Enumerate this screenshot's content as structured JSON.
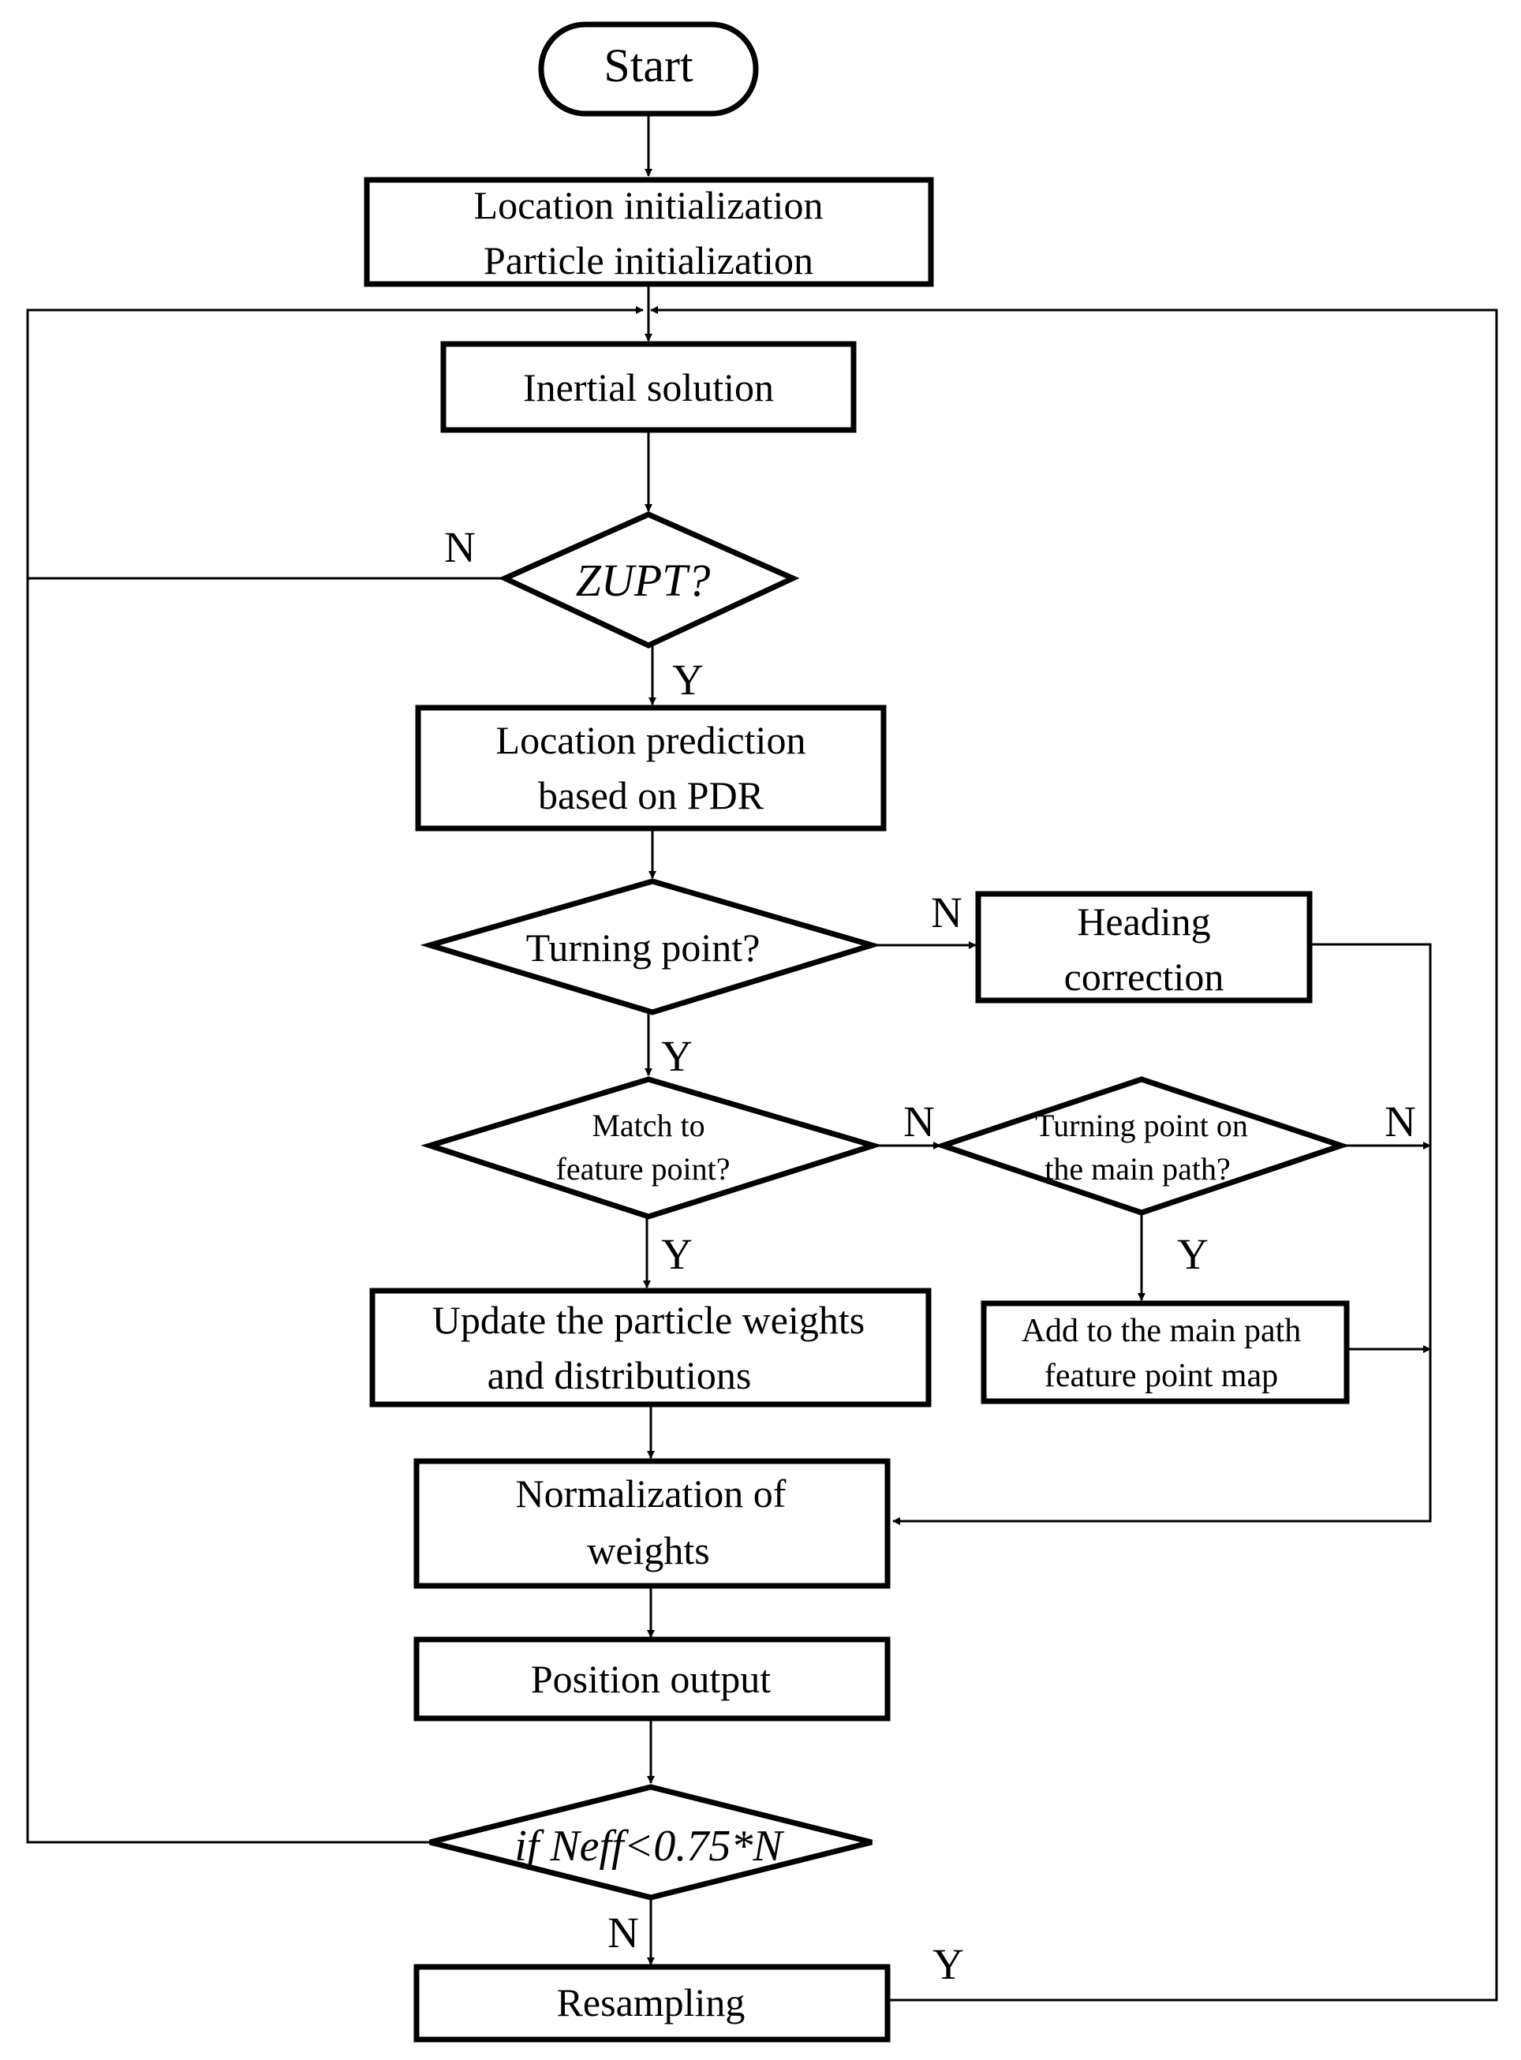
{
  "flowchart": {
    "start": "Start",
    "init_line1": "Location initialization",
    "init_line2": "Particle initialization",
    "inertial": "Inertial solution",
    "zupt": "ZUPT?",
    "pdr_line1": "Location prediction",
    "pdr_line2": "based on PDR",
    "turning": "Turning point?",
    "heading_line1": "Heading",
    "heading_line2": "correction",
    "match_line1": "Match to",
    "match_line2": "feature point?",
    "main_path_line1": "Turning point on",
    "main_path_line2": "the main path?",
    "update_line1": "Update the particle weights",
    "update_line2": "and distributions",
    "add_line1": "Add to the main path",
    "add_line2": "feature point map",
    "normalize_line1": "Normalization of",
    "normalize_line2": "weights",
    "output": "Position output",
    "neff": "if Neff<0.75*N",
    "resampling": "Resampling"
  },
  "edge_labels": {
    "zupt_no": "N",
    "zupt_yes": "Y",
    "turning_no": "N",
    "turning_yes": "Y",
    "match_no": "N",
    "match_yes": "Y",
    "main_path_no": "N",
    "main_path_yes": "Y",
    "neff_no": "N",
    "resample_yes": "Y"
  }
}
